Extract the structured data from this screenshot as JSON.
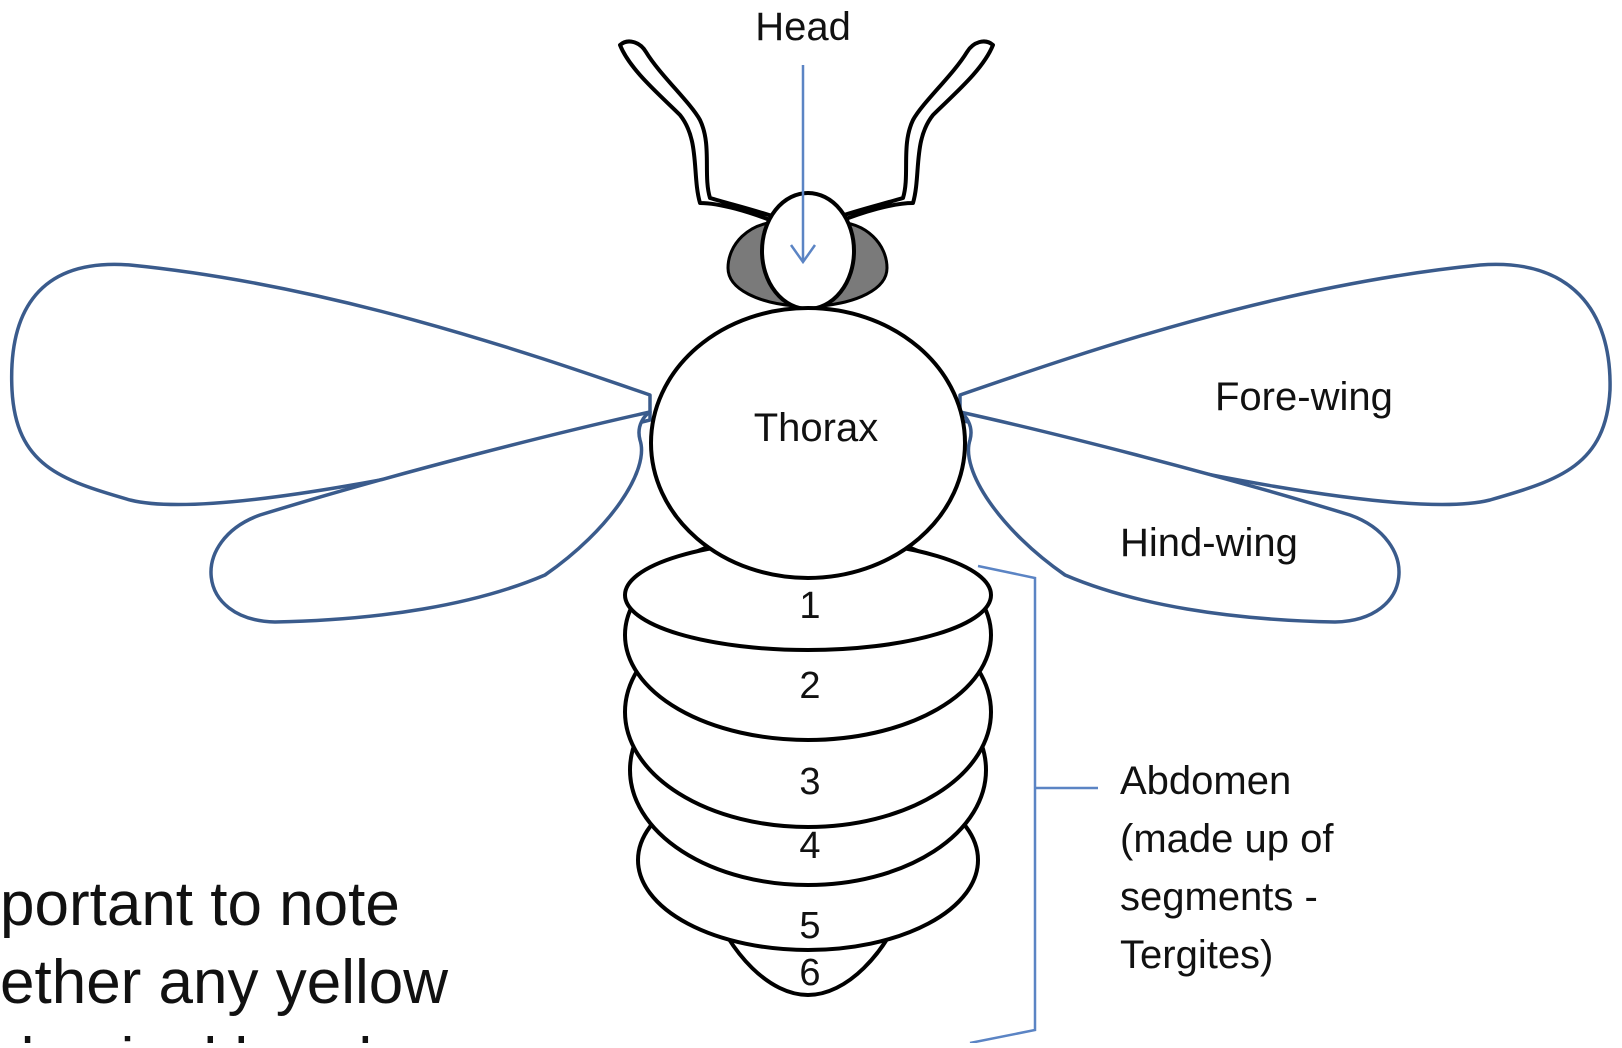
{
  "labels": {
    "head": "Head",
    "thorax": "Thorax",
    "fore_wing": "Fore-wing",
    "hind_wing": "Hind-wing",
    "abdomen_lines": [
      "Abdomen",
      "(made up of",
      "segments -",
      "Tergites)"
    ]
  },
  "segments": [
    "1",
    "2",
    "3",
    "4",
    "5",
    "6"
  ],
  "note_lines": [
    "portant to note",
    "ether any yellow",
    "dominal band"
  ],
  "colors": {
    "outline": "#000000",
    "wing": "#3a5b8c",
    "eye": "#7a7a7a",
    "pointer": "#5b84c4"
  }
}
